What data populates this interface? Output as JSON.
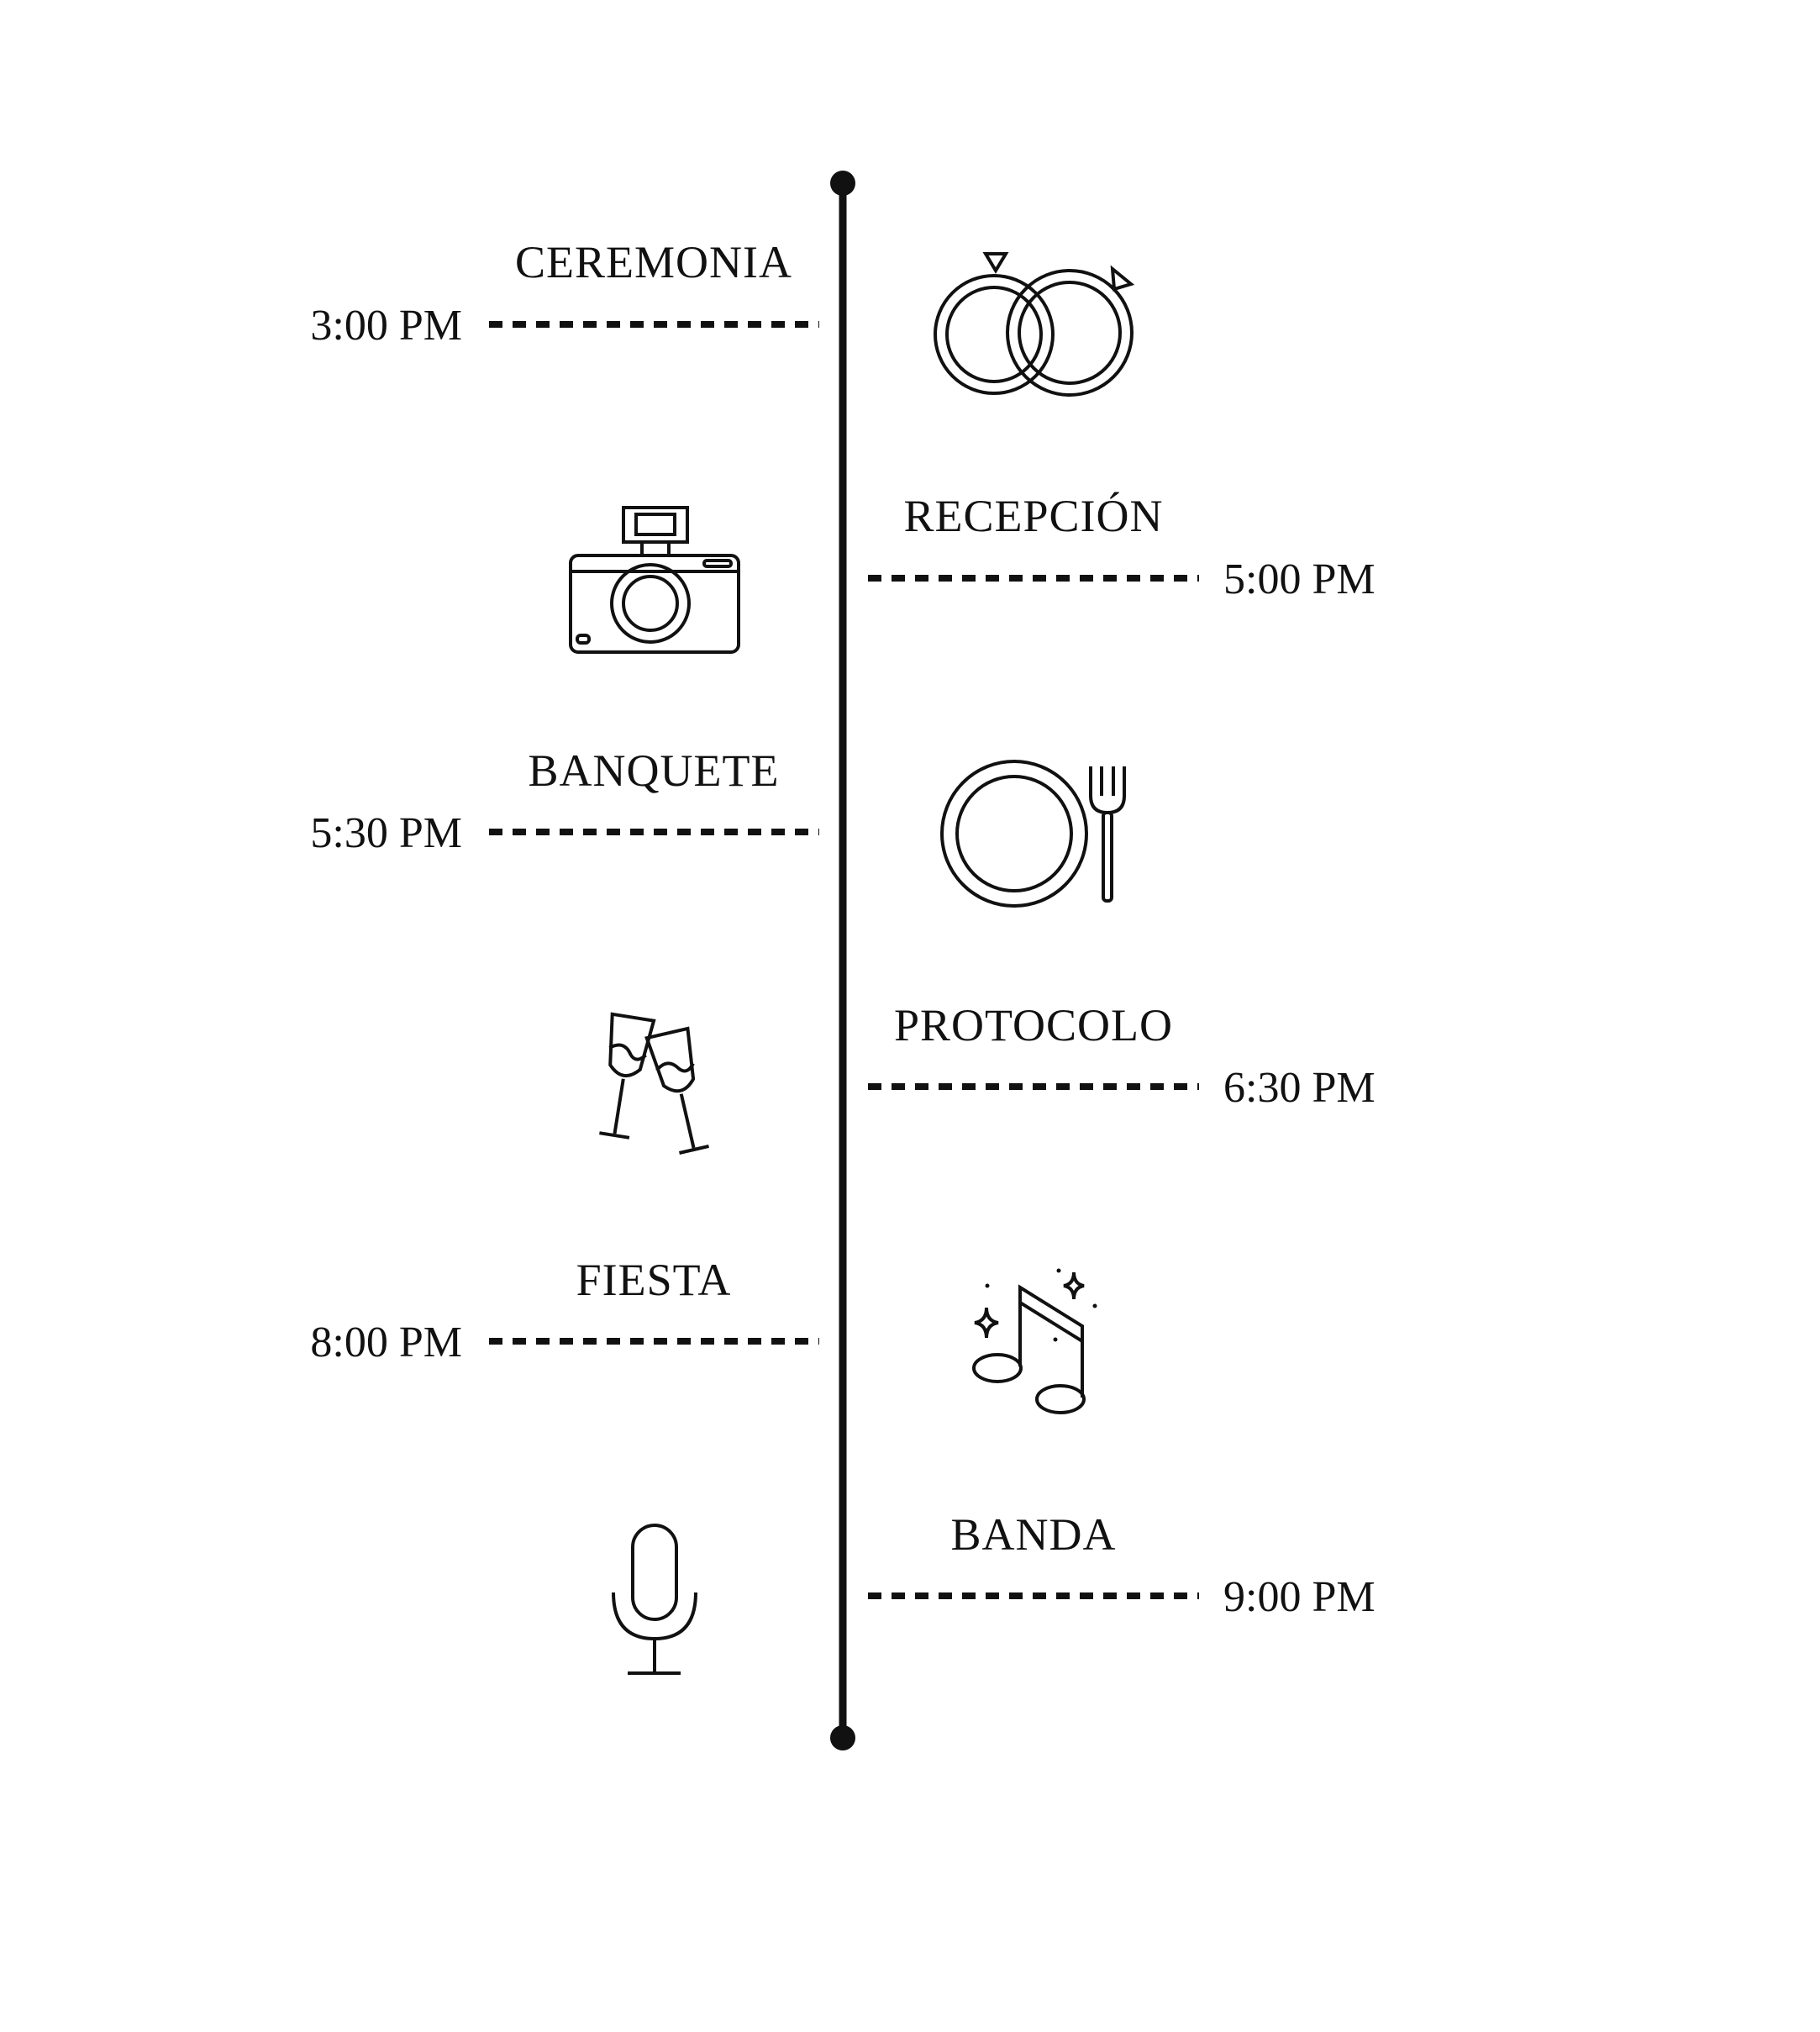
{
  "timeline": {
    "events": [
      {
        "name": "CEREMONIA",
        "time": "3:00 PM",
        "side": "left",
        "icon": "wedding-rings-icon"
      },
      {
        "name": "RECEPCIÓN",
        "time": "5:00 PM",
        "side": "right",
        "icon": "camera-icon"
      },
      {
        "name": "BANQUETE",
        "time": "5:30 PM",
        "side": "left",
        "icon": "plate-fork-icon"
      },
      {
        "name": "PROTOCOLO",
        "time": "6:30 PM",
        "side": "right",
        "icon": "champagne-glasses-icon"
      },
      {
        "name": "FIESTA",
        "time": "8:00 PM",
        "side": "left",
        "icon": "music-notes-icon"
      },
      {
        "name": "BANDA",
        "time": "9:00 PM",
        "side": "right",
        "icon": "microphone-icon"
      }
    ]
  },
  "colors": {
    "ink": "#111111",
    "background": "#ffffff"
  }
}
